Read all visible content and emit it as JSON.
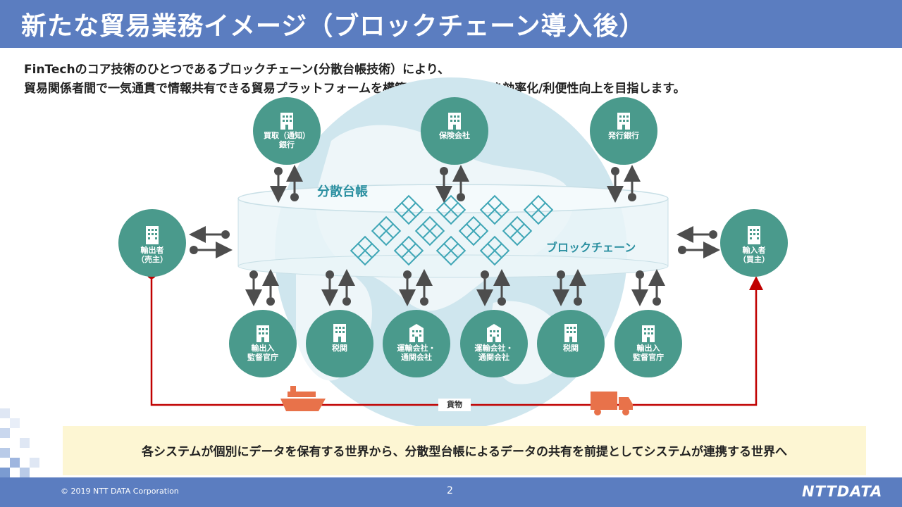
{
  "slide": {
    "title": "新たな貿易業務イメージ（ブロックチェーン導入後）",
    "subtitle_line1": "FinTechのコア技術のひとつであるブロックチェーン(分散台帳技術）により、",
    "subtitle_line2": "貿易関係者間で一気通貫で情報共有できる貿易プラットフォームを構築し、事務の手続き効率化/利便性向上を目指します。"
  },
  "diagram": {
    "ledger_label": "分散台帳",
    "blockchain_label": "ブロックチェーン",
    "cargo_label": "貨物",
    "top_nodes": [
      {
        "label": "買取（通知）\n銀行",
        "icon": "building-icon"
      },
      {
        "label": "保険会社",
        "icon": "building-icon"
      },
      {
        "label": "発行銀行",
        "icon": "building-icon"
      }
    ],
    "side_nodes": [
      {
        "label": "輸出者\n（売主）",
        "icon": "building-icon"
      },
      {
        "label": "輸入者\n（買主）",
        "icon": "building-icon"
      }
    ],
    "bottom_nodes": [
      {
        "label": "輸出入\n監督官庁",
        "icon": "building-icon"
      },
      {
        "label": "税関",
        "icon": "building-icon"
      },
      {
        "label": "運輸会社・\n通関会社",
        "icon": "building-icon"
      },
      {
        "label": "運輸会社・\n通関会社",
        "icon": "building-icon"
      },
      {
        "label": "税関",
        "icon": "building-icon"
      },
      {
        "label": "輸出入\n監督官庁",
        "icon": "building-icon"
      }
    ],
    "colors": {
      "node": "#4a9a8c",
      "cargo_line": "#c00000",
      "ship": "#e8724a",
      "truck": "#e8724a",
      "blockchain": "#3fa6b6"
    }
  },
  "bottom_message": "各システムが個別にデータを保有する世界から、分散型台帳によるデータの共有を前提としてシステムが連携する世界へ",
  "footer": {
    "copyright": "© 2019 NTT DATA Corporation",
    "page_number": "2",
    "logo": "NTTDATA"
  }
}
